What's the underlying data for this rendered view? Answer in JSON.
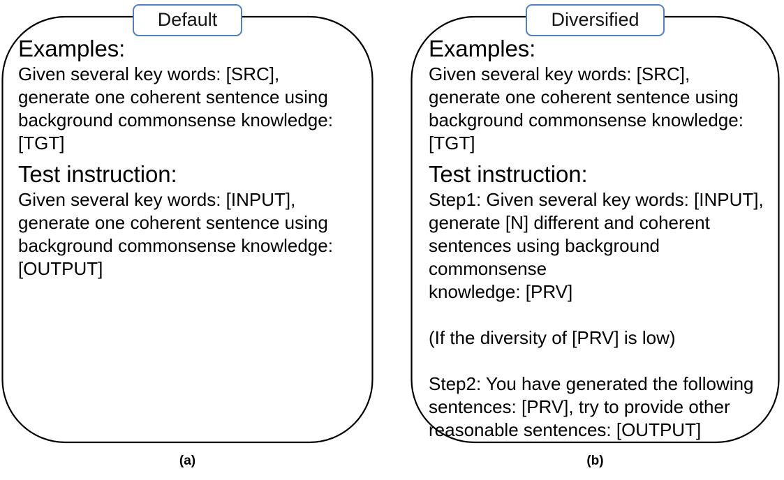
{
  "figure": {
    "panels": [
      {
        "id": "default",
        "title": "Default",
        "caption": "(a)",
        "sections": [
          {
            "heading": "Examples:",
            "text": "Given several key words: [SRC],\ngenerate one coherent sentence using\nbackground commonsense knowledge:\n[TGT]"
          },
          {
            "heading": "Test instruction:",
            "text": "Given several key words: [INPUT],\ngenerate one coherent sentence using\nbackground commonsense knowledge:\n[OUTPUT]"
          }
        ]
      },
      {
        "id": "diversified",
        "title": "Diversified",
        "caption": "(b)",
        "sections": [
          {
            "heading": "Examples:",
            "text": "Given several key words: [SRC],\ngenerate one coherent sentence using\nbackground commonsense knowledge:\n[TGT]"
          },
          {
            "heading": "Test instruction:",
            "text": "Step1: Given several key words: [INPUT],\ngenerate [N] different and coherent\nsentences using background commonsense\nknowledge: [PRV]",
            "text2": "(If the diversity of [PRV] is low)",
            "text3": "Step2: You have generated the following\nsentences: [PRV], try to provide other\nreasonable sentences: [OUTPUT]"
          }
        ]
      }
    ]
  },
  "colors": {
    "title_border": "#4f7fc4",
    "frame_stroke": "#000000",
    "text": "#000000",
    "background": "#ffffff"
  }
}
